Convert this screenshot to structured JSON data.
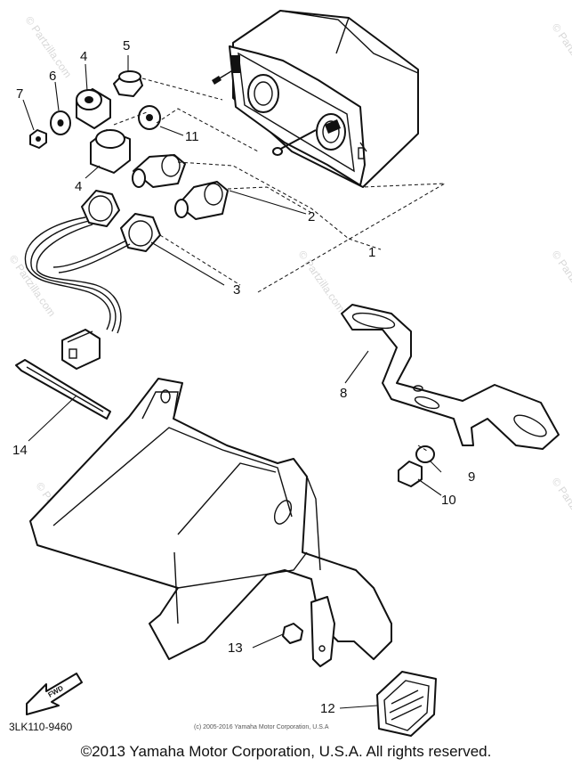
{
  "callouts": {
    "c1": "1",
    "c2": "2",
    "c3": "3",
    "c4a": "4",
    "c4b": "4",
    "c5": "5",
    "c6": "6",
    "c7": "7",
    "c8": "8",
    "c9": "9",
    "c10": "10",
    "c11": "11",
    "c12": "12",
    "c13": "13",
    "c14": "14"
  },
  "diagram_code": "3LK110-9460",
  "fwd_label": "FWD",
  "small_copyright": "(c) 2005-2016 Yamaha Motor Corporation, U.S.A",
  "watermark": "© Partzilla.com",
  "footer": {
    "copyright": "©2013 Yamaha Motor Corporation, U.S.A. All rights reserved."
  }
}
